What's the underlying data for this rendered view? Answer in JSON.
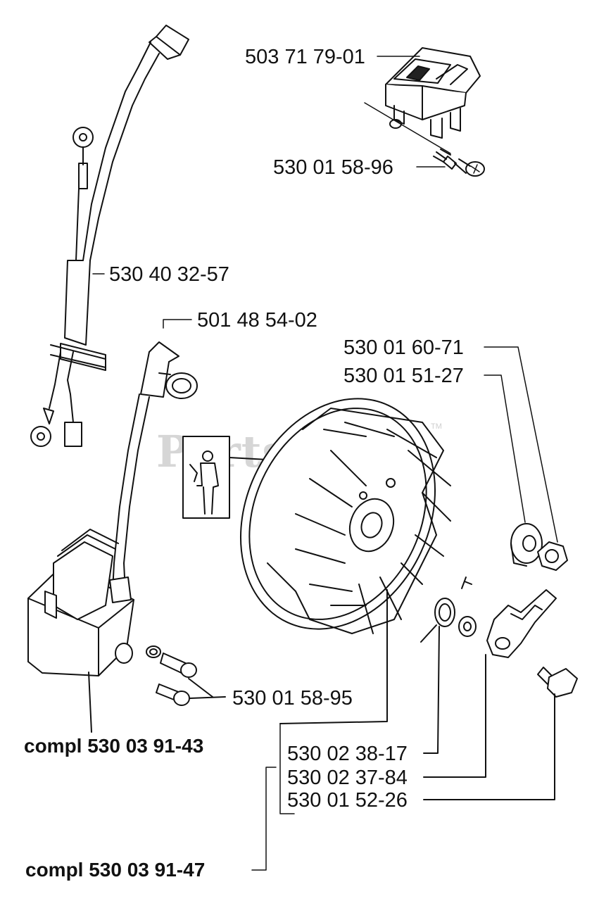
{
  "watermark": {
    "text": "PartsTree",
    "trademark": "TM"
  },
  "parts": {
    "switch": "503 71 79-01",
    "switch_screw": "530 01 58-96",
    "wire": "530 40 32-57",
    "spark_cap": "501 48 54-02",
    "washer_a": "530 01 60-71",
    "washer_b": "530 01 51-27",
    "ignition_screws": "530 01 58-95",
    "spring": "530 02 38-17",
    "pawl": "530 02 37-84",
    "pawl_screw": "530 01 52-26"
  },
  "assemblies": {
    "ignition_module": "compl 530 03 91-43",
    "flywheel": "compl 530 03 91-47"
  }
}
